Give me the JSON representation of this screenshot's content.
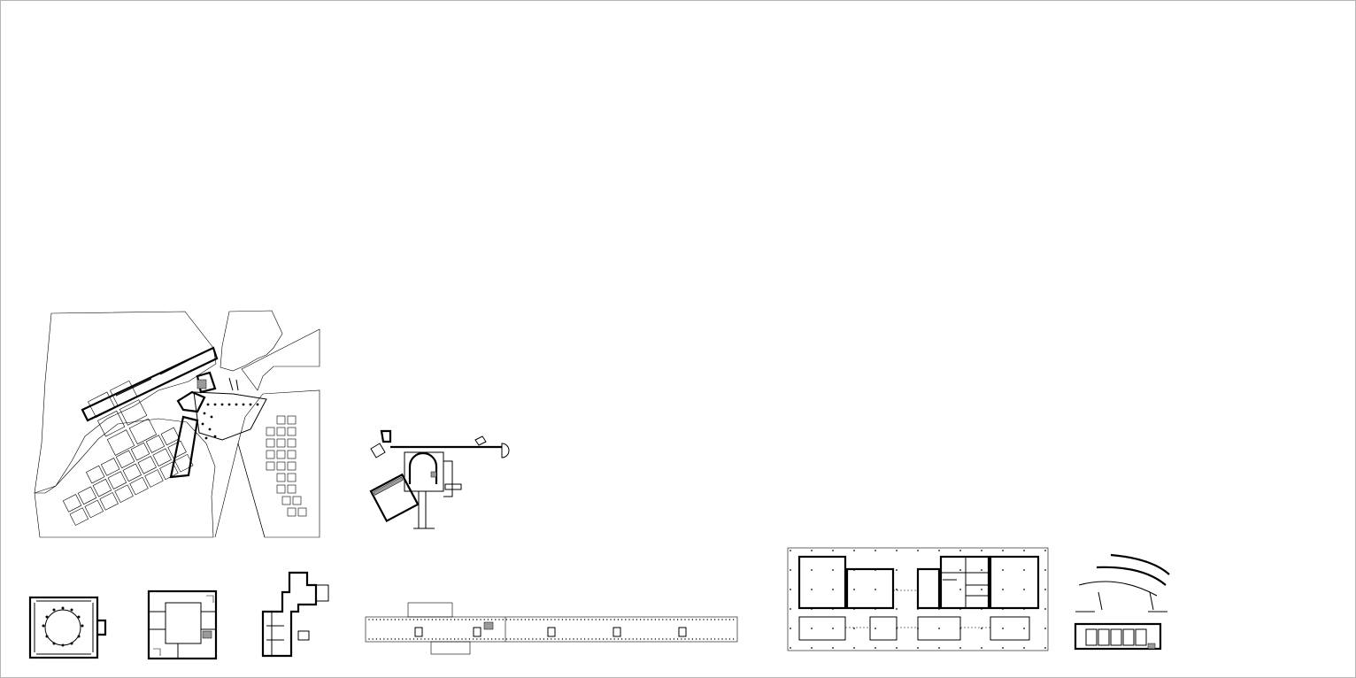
{
  "sheet": {
    "background": "#ffffff",
    "border_color": "#b5b5b5",
    "ink_color": "#000000"
  },
  "drawings": [
    {
      "id": "site-plan",
      "kind": "site plan with irregular buildings and grid courtyards"
    },
    {
      "id": "small-complex-plan",
      "kind": "floor plan with circular elements and rotated square"
    },
    {
      "id": "centralized-plan",
      "kind": "symmetric centralized floor plan"
    },
    {
      "id": "rectangular-hall-plan",
      "kind": "rectangular hall floor plan"
    },
    {
      "id": "stepped-plan",
      "kind": "irregular stepped floor plan"
    },
    {
      "id": "long-linear-plan",
      "kind": "long linear colonnade plan"
    },
    {
      "id": "grid-block-plan",
      "kind": "gridded rectangular block plan"
    },
    {
      "id": "curved-plan",
      "kind": "plan with curved arcs"
    }
  ]
}
